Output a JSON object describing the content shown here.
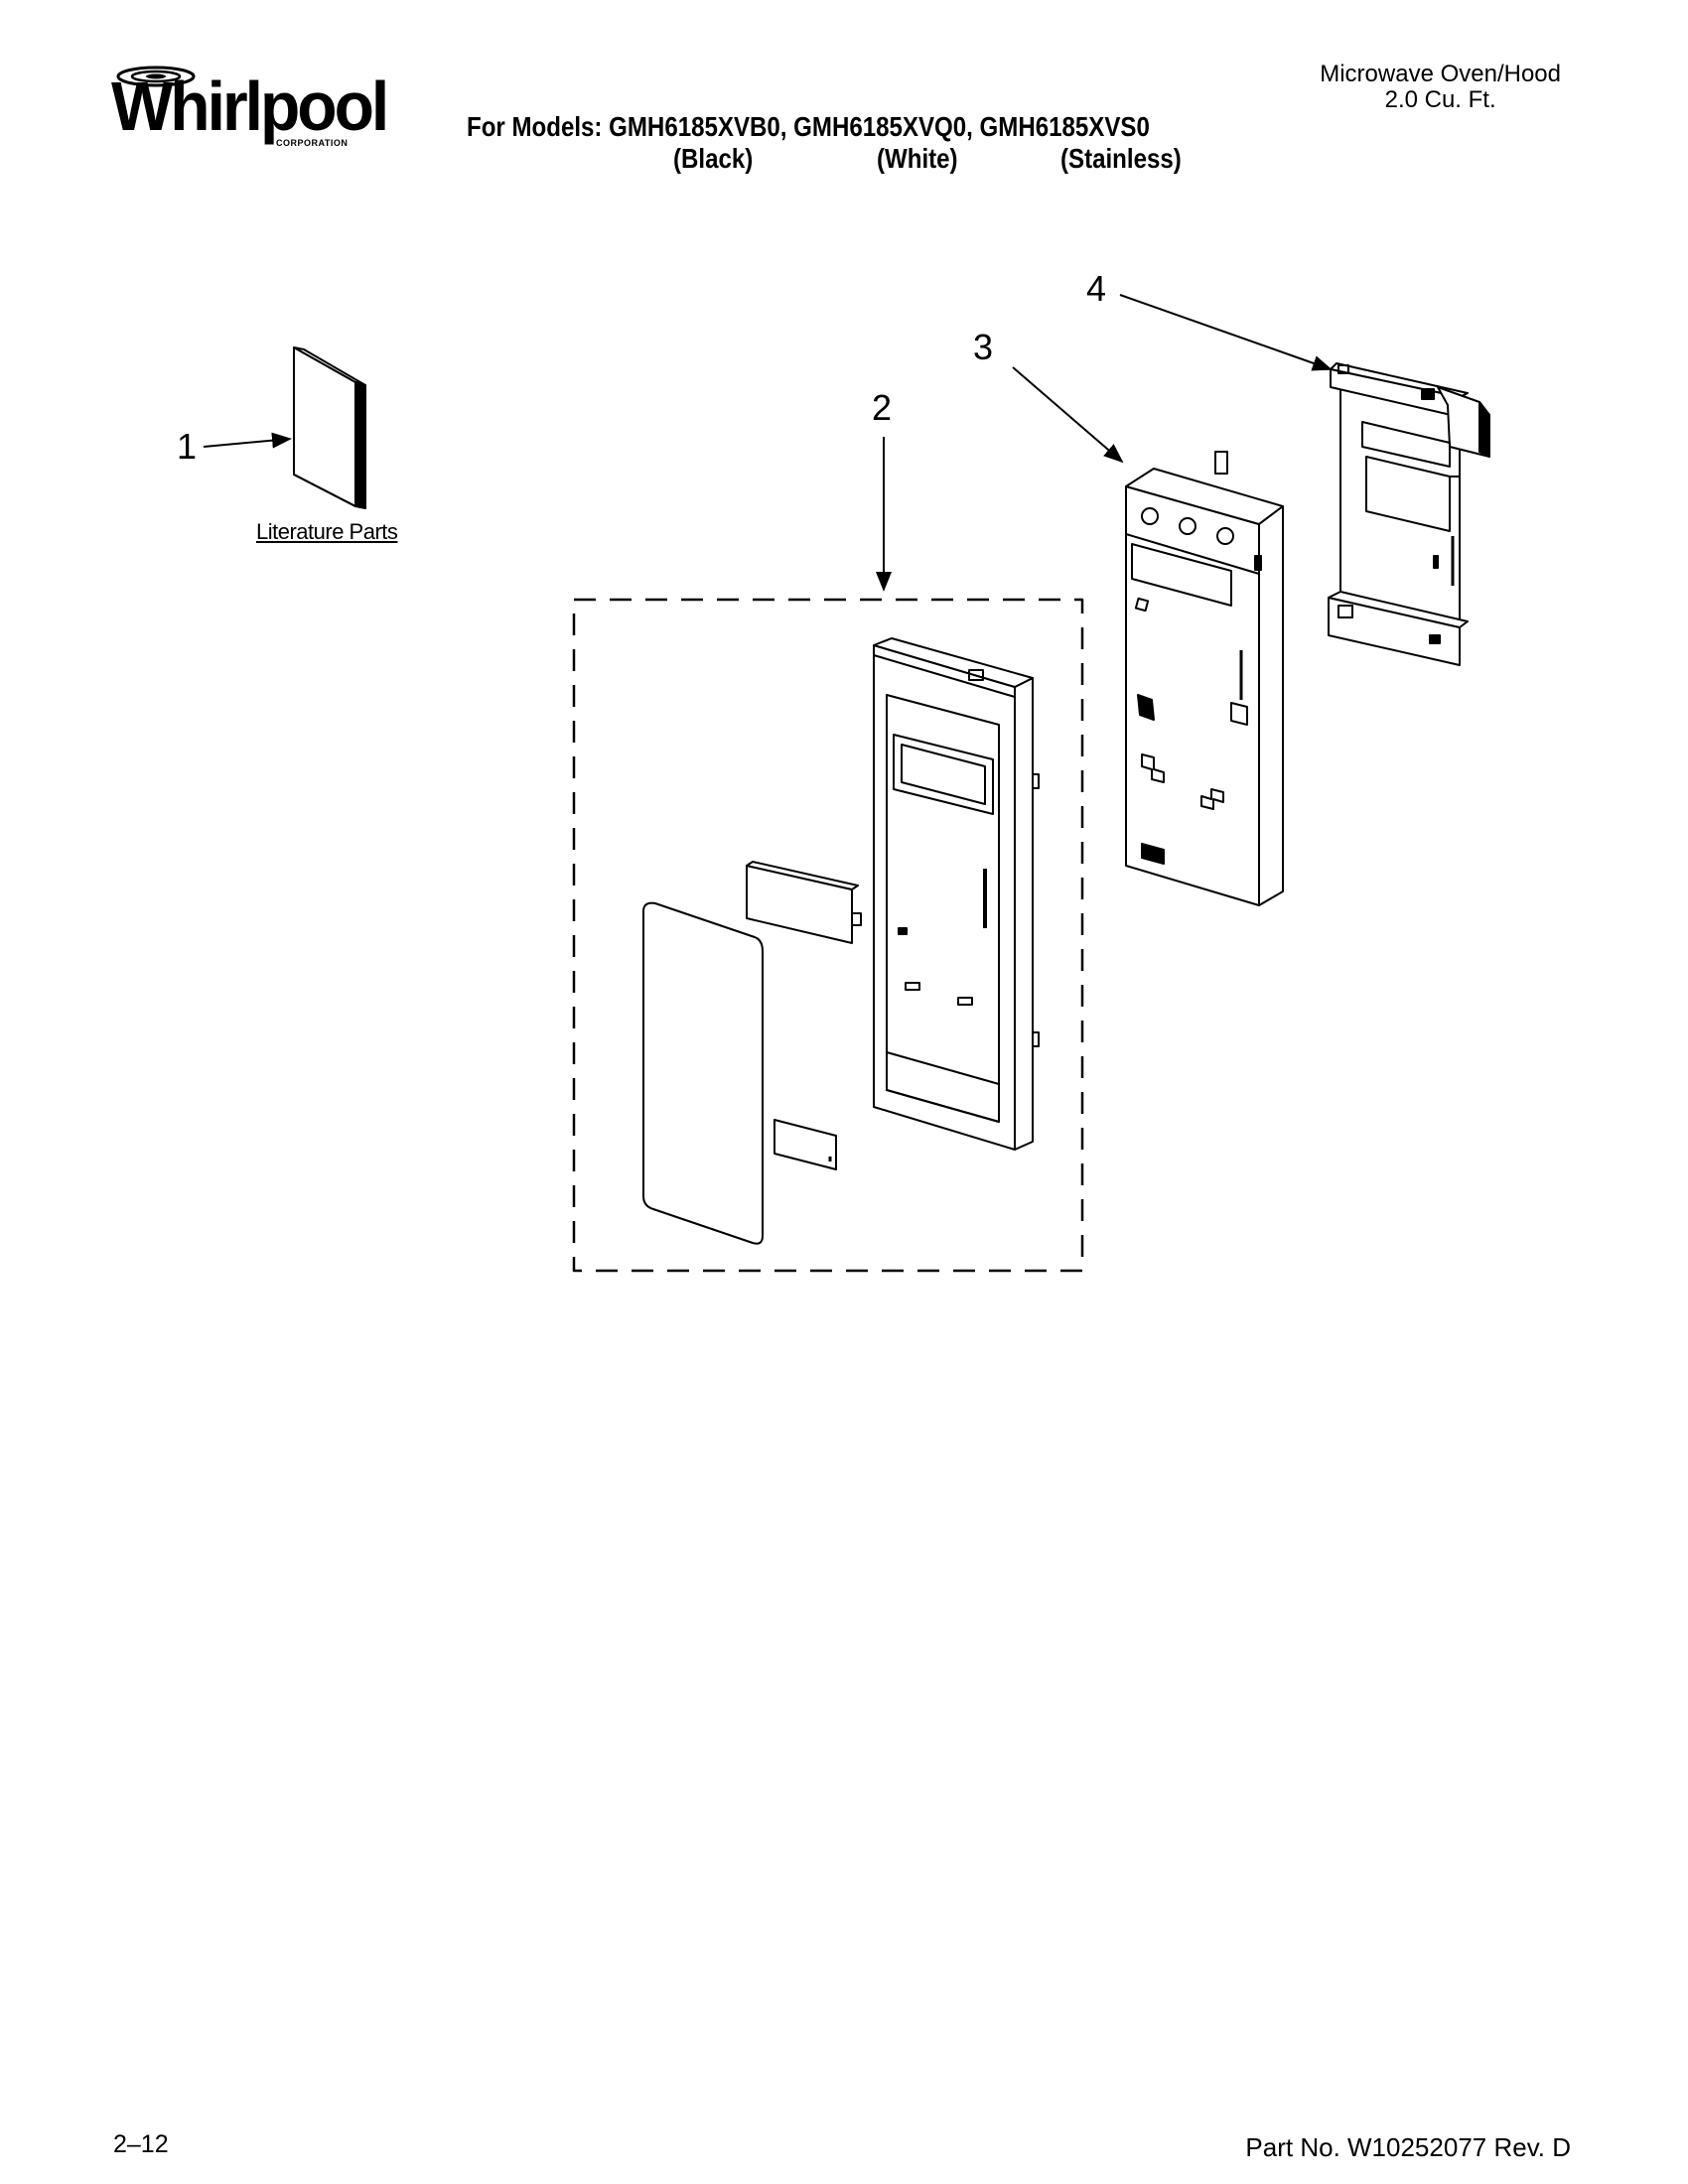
{
  "brand": {
    "name": "Whirlpool",
    "sub": "CORPORATION"
  },
  "header": {
    "models_line": "For Models: GMH6185XVB0, GMH6185XVQ0, GMH6185XVS0",
    "variants": [
      "(Black)",
      "(White)",
      "(Stainless)"
    ]
  },
  "product": {
    "line1": "Microwave Oven/Hood",
    "line2": "2.0 Cu. Ft."
  },
  "callouts": [
    "1",
    "2",
    "3",
    "4"
  ],
  "literature_label": "Literature Parts",
  "footer": {
    "page": "2–12",
    "part_no": "Part No. W10252077 Rev. D"
  }
}
